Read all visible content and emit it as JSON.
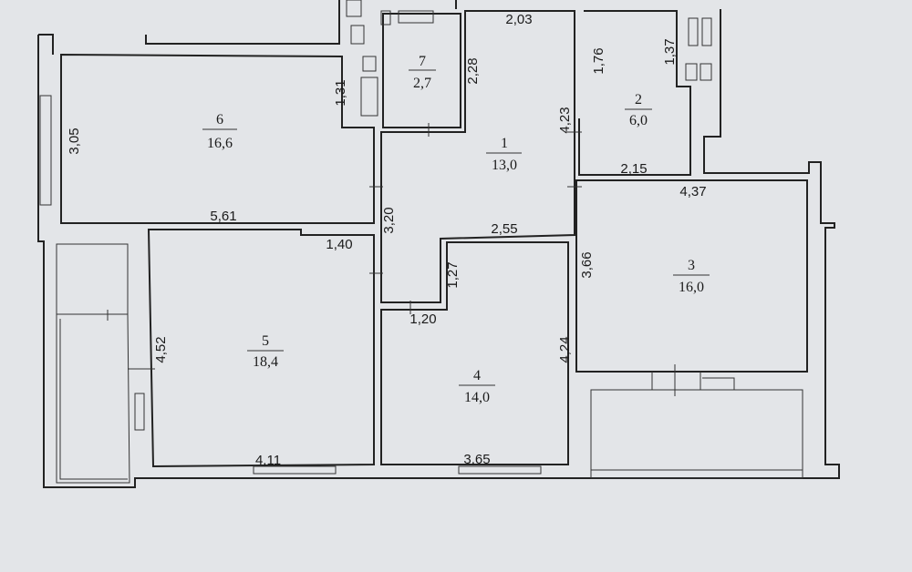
{
  "rooms": [
    {
      "number": "1",
      "area": "13,0"
    },
    {
      "number": "2",
      "area": "6,0"
    },
    {
      "number": "3",
      "area": "16,0"
    },
    {
      "number": "4",
      "area": "14,0"
    },
    {
      "number": "5",
      "area": "18,4"
    },
    {
      "number": "6",
      "area": "16,6"
    },
    {
      "number": "7",
      "area": "2,7"
    }
  ],
  "dimensions": {
    "d_2_03": "2,03",
    "d_5_61": "5,61",
    "d_2_15": "2,15",
    "d_4_37": "4,37",
    "d_2_55": "2,55",
    "d_1_40": "1,40",
    "d_1_20": "1,20",
    "d_4_11": "4,11",
    "d_3_65": "3,65",
    "d_3_05": "3,05",
    "d_1_31": "1,31",
    "d_2_28": "2,28",
    "d_1_76": "1,76",
    "d_1_37": "1,37",
    "d_4_23": "4,23",
    "d_3_20": "3,20",
    "d_1_27": "1,27",
    "d_3_66": "3,66",
    "d_4_24": "4,24",
    "d_4_52": "4,52"
  }
}
